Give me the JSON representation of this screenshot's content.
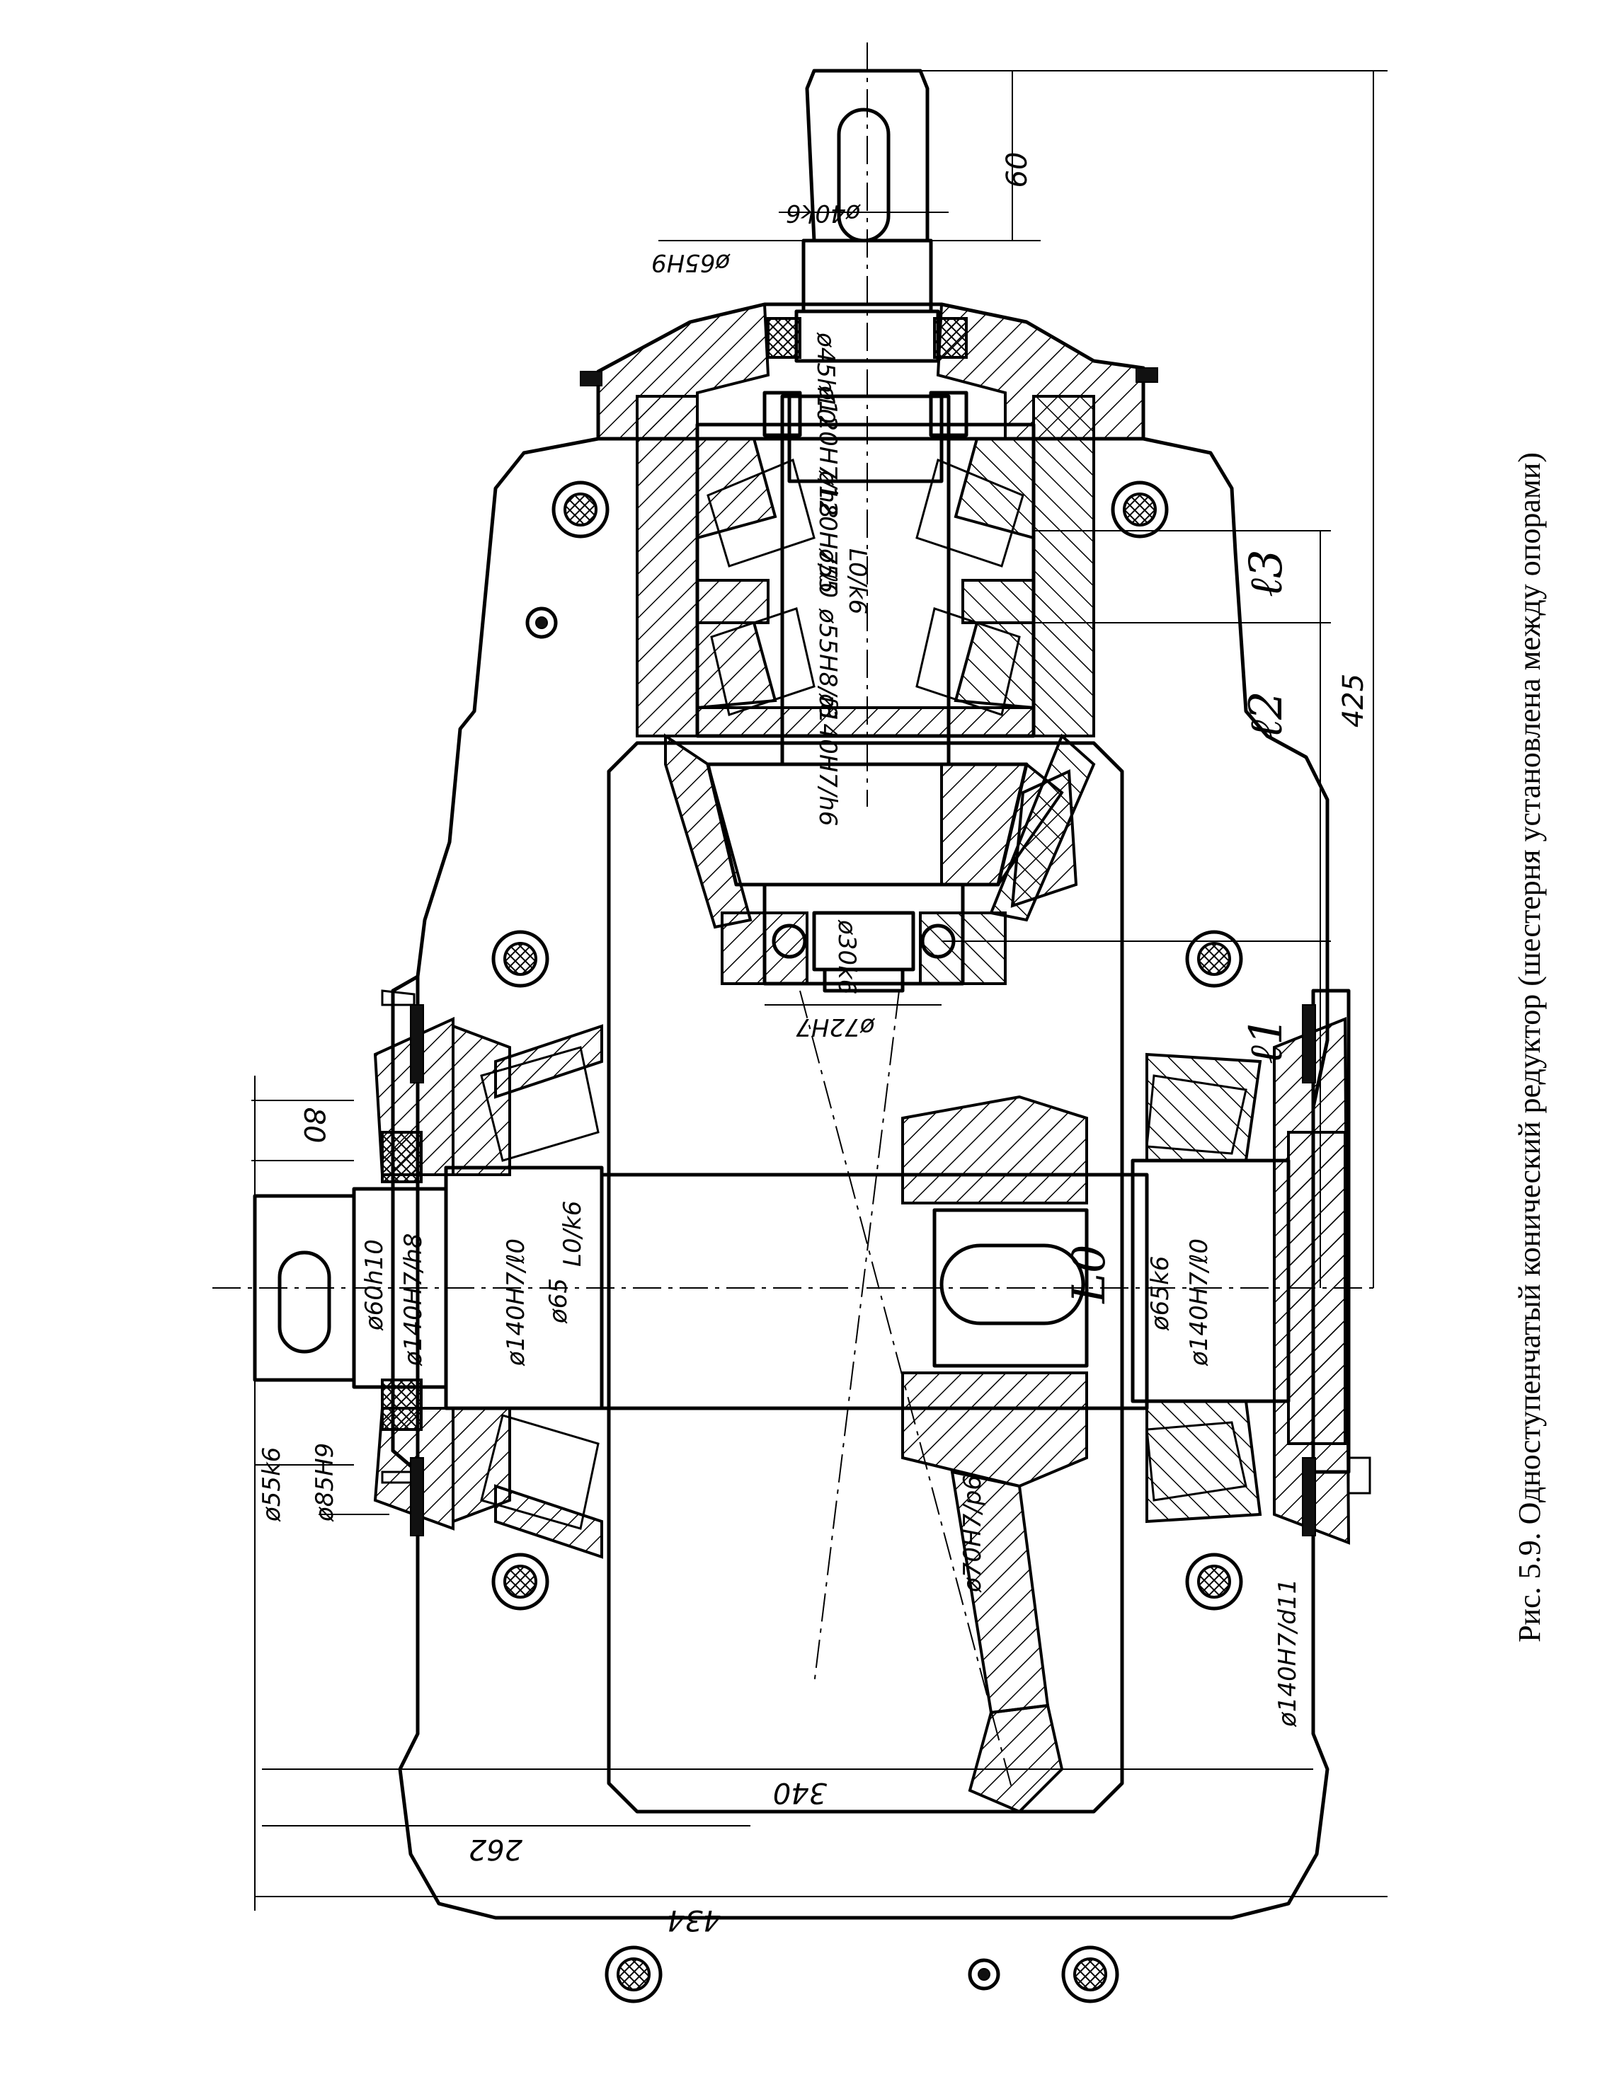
{
  "caption": "Рис. 5.9. Одноступенчатый конический редуктор (шестерня установлена между опорами)",
  "dimensions": {
    "d40k6": "ø40k6",
    "d65H9_top": "ø65H9",
    "len60": "60",
    "d45h10": "ø45h10",
    "d120H7h8": "ø120H7/h8",
    "d120H7L0": "ø120H7/ℓ0",
    "d55L0k6": "ø55",
    "L0k6_stack": "L0/k6",
    "d55H8f8": "ø55H8/f8",
    "d140H7h6": "ø140H7/h6",
    "d30k6": "ø30k6",
    "d72H7": "ø72H7",
    "l3": "ℓ3",
    "l2": "ℓ2",
    "l1": "ℓ1",
    "len425": "425",
    "len80": "80",
    "d60h10": "ø60h10",
    "d140H7h8": "ø140H7/h8",
    "d140H7l0_left": "ø140H7/ℓ0",
    "d65L0k6": "ø65",
    "L0k6_stack2": "L0/k6",
    "d55k6": "ø55k6",
    "d85H9": "ø85H9",
    "L0_gear": "L0",
    "d65k6": "ø65k6",
    "d140H7l0_right": "ø140H7/ℓ0",
    "d70H7p6": "ø70H7/p6",
    "d140H7d11": "ø140H7/d11",
    "len340": "340",
    "len262": "262",
    "len434": "434"
  }
}
